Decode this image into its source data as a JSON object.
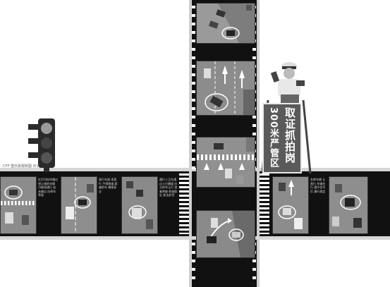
{
  "sign": {
    "left_line": "300米严管区",
    "right_line": "取证抓拍岗"
  },
  "caption": "CFP 重庆晨报制图 刘汐",
  "columns": [
    "红灯闪烁时通过 停止线的车辆 可继续通行 若未越过 应停车等候",
    "直行车道 须直行 不得借道 超越前车 确保安全",
    "遇行人正在通过人行横道 应当停车让行 违者将被 抓拍取证 依法处罚",
    "右转车辆 让直行 车辆先行 遵守信号灯 通行规定"
  ],
  "colors": {
    "strip": "#111111",
    "photo": "#8a8a8a",
    "sign": "#5a5a5a"
  }
}
